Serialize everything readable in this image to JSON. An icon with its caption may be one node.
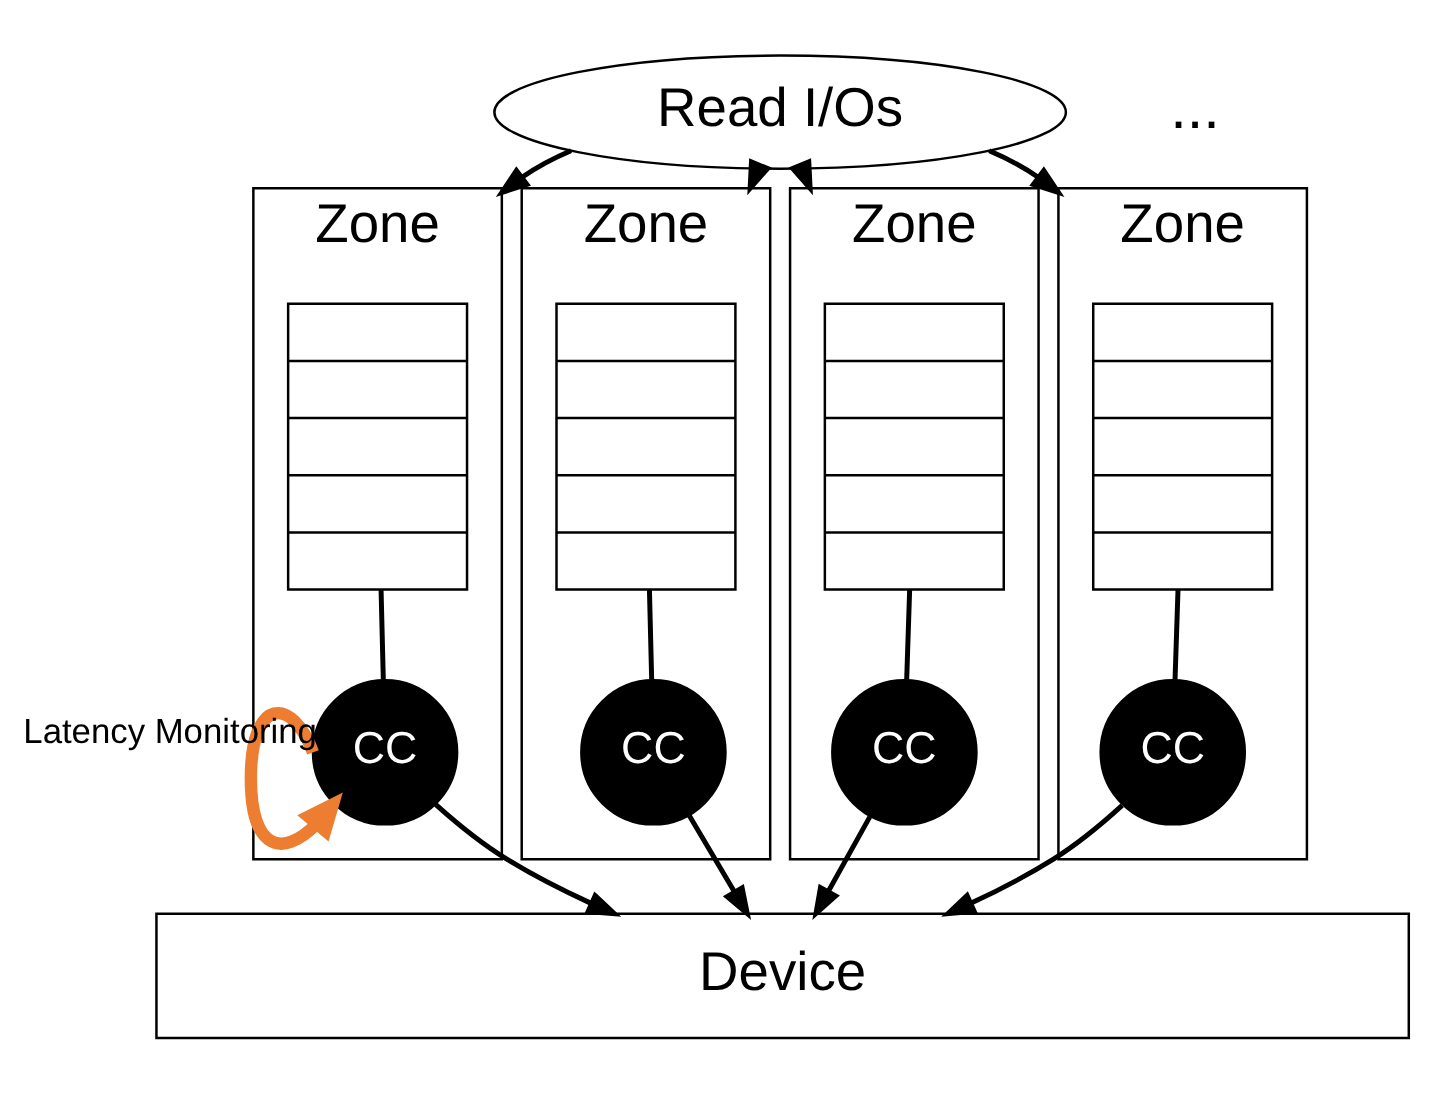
{
  "diagram": {
    "nodes": [
      {
        "text": [
          "Read I/Os"
        ]
      },
      {
        "text": [
          "Zone"
        ]
      },
      {
        "text": [],
        "shape": "box",
        "in": 1
      },
      {
        "text": [
          "CC"
        ],
        "in": 1
      },
      {
        "text": [
          "Zone"
        ]
      },
      {
        "text": [],
        "shape": "box",
        "in": 4
      },
      {
        "text": [
          "CC"
        ],
        "in": 4
      },
      {
        "text": [
          "Zone"
        ]
      },
      {
        "text": [],
        "shape": "box",
        "in": 7
      },
      {
        "text": [
          "CC"
        ],
        "in": 7
      },
      {
        "text": [
          "Zone"
        ]
      },
      {
        "text": [],
        "shape": "box",
        "in": 10
      },
      {
        "text": [
          "CC"
        ],
        "in": 10
      },
      {
        "text": [
          "Device"
        ]
      }
    ],
    "edges": [
      {
        "from": 0,
        "to": 1,
        "arrow": "to"
      },
      {
        "from": 0,
        "to": 4,
        "arrow": "to"
      },
      {
        "from": 0,
        "to": 7,
        "arrow": "to"
      },
      {
        "from": 0,
        "to": 10,
        "arrow": "to"
      },
      {
        "from": 2,
        "to": 3,
        "arrow": "none"
      },
      {
        "from": 5,
        "to": 6,
        "arrow": "none"
      },
      {
        "from": 8,
        "to": 9,
        "arrow": "none"
      },
      {
        "from": 11,
        "to": 12,
        "arrow": "none"
      },
      {
        "from": 3,
        "to": 3,
        "arrow": "to",
        "label": "Latency Monitoring",
        "color": "#ed7d31",
        "style": "thick"
      },
      {
        "from": 3,
        "to": 13,
        "arrow": "to"
      },
      {
        "from": 6,
        "to": 13,
        "arrow": "to"
      },
      {
        "from": 9,
        "to": 13,
        "arrow": "to"
      },
      {
        "from": 12,
        "to": 13,
        "arrow": "to"
      }
    ],
    "labels": [
      "..."
    ]
  }
}
